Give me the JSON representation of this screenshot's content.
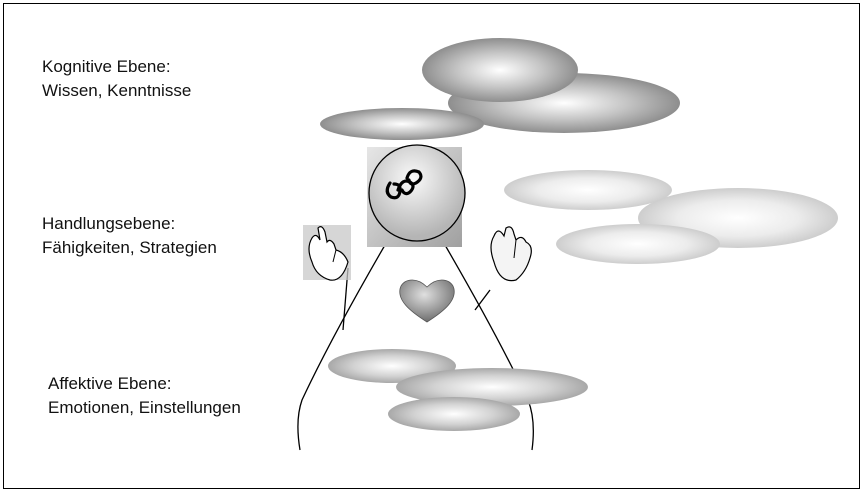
{
  "levels": {
    "cognitive": {
      "title": "Kognitive Ebene:",
      "detail": "Wissen, Kenntnisse"
    },
    "action": {
      "title": "Handlungsebene:",
      "detail": "Fähigkeiten, Strategien"
    },
    "affective": {
      "title": "Affektive Ebene:",
      "detail": "Emotionen, Einstellungen"
    }
  },
  "colors": {
    "cloud_dark": "#9a9a9a",
    "cloud_light": "#d2d2d2",
    "head_fill": "#c8c8c8",
    "heart_fill": "#8a8a8a",
    "outline": "#000000"
  },
  "icons": [
    "cloud-icon",
    "head-icon",
    "brain-icon",
    "hand-icon",
    "heart-icon",
    "body-icon"
  ]
}
